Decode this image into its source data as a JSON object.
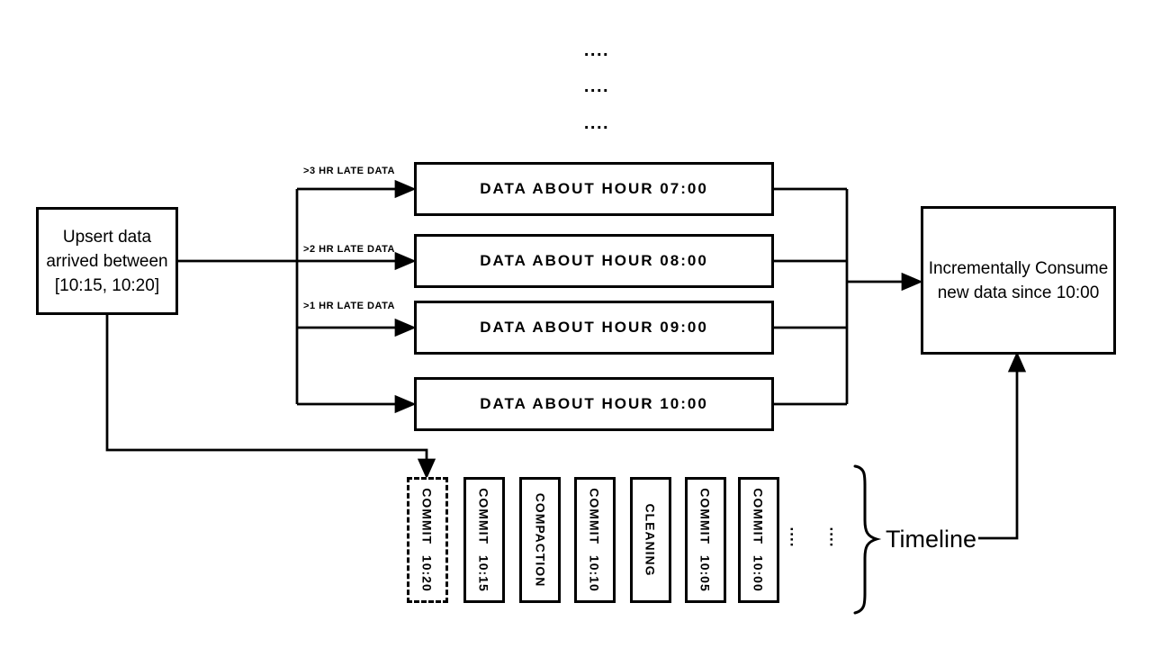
{
  "diagram": {
    "top_dots": [
      "....",
      "....",
      "...."
    ],
    "source_box": {
      "lines": [
        "Upsert data",
        "arrived between",
        "[10:15, 10:20]"
      ]
    },
    "late_arrow_labels": [
      ">3 HR LATE DATA",
      ">2 HR LATE DATA",
      ">1 HR LATE DATA"
    ],
    "hour_boxes": [
      "DATA ABOUT HOUR 07:00",
      "DATA ABOUT HOUR 08:00",
      "DATA ABOUT HOUR 09:00",
      "DATA ABOUT HOUR 10:00"
    ],
    "consumer_box": {
      "lines": [
        "Incrementally Consume",
        "new data since 10:00"
      ]
    },
    "timeline": {
      "entries": [
        {
          "label": "COMMIT 10:20",
          "style": "dashed"
        },
        {
          "label": "COMMIT 10:15",
          "style": "solid"
        },
        {
          "label": "COMPACTION",
          "style": "solid"
        },
        {
          "label": "COMMIT 10:10",
          "style": "solid"
        },
        {
          "label": "CLEANING",
          "style": "solid"
        },
        {
          "label": "COMMIT 10:05",
          "style": "solid"
        },
        {
          "label": "COMMIT 10:00",
          "style": "solid"
        }
      ],
      "ellipsis": [
        "....",
        "...."
      ],
      "label": "Timeline"
    },
    "colors": {
      "ink": "#000000",
      "background": "#ffffff"
    }
  }
}
